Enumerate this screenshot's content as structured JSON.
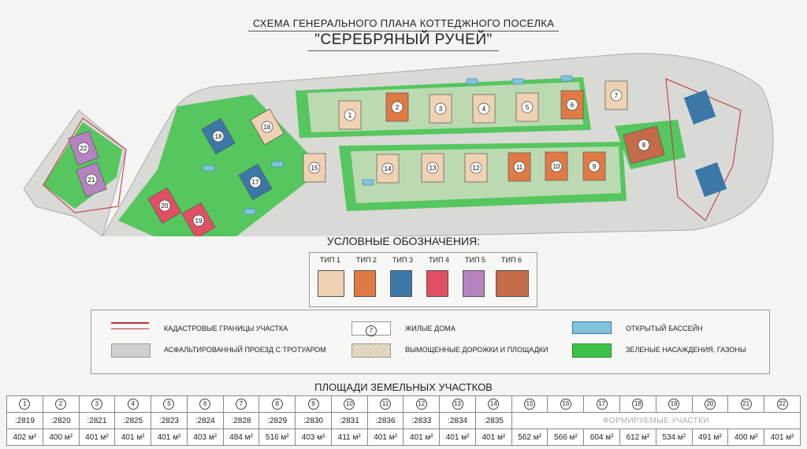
{
  "title_line1": "СХЕМА ГЕНЕРАЛЬНОГО ПЛАНА КОТТЕДЖНОГО ПОСЕЛКА",
  "title_line2": "\"СЕРЕБРЯНЫЙ РУЧЕЙ\"",
  "legend": {
    "title": "УСЛОВНЫЕ ОБОЗНАЧЕНИЯ:",
    "types": [
      {
        "label": "ТИП 1",
        "color": "#efd2b3"
      },
      {
        "label": "ТИП 2",
        "color": "#e07a45"
      },
      {
        "label": "ТИП 3",
        "color": "#3b78a8"
      },
      {
        "label": "ТИП 4",
        "color": "#e04f63"
      },
      {
        "label": "ТИП 5",
        "color": "#b583bf"
      },
      {
        "label": "ТИП 6",
        "color": "#c46b4a"
      }
    ],
    "items": {
      "cadastral": "КАДАСТРОВЫЕ ГРАНИЦЫ УЧАСТКА",
      "road": "АСФАЛЬТИРОВАННЫЙ ПРОЕЗД С ТРОТУАРОМ",
      "houses": "ЖИЛЫЕ ДОМА",
      "house_sample": "7",
      "paths": "ВЫМОЩЕННЫЕ ДОРОЖКИ И ПЛОЩАДКИ",
      "pool": "ОТКРЫТЫЙ БАССЕЙН",
      "green": "ЗЕЛЕНЫЕ НАСАЖДЕНИЯ, ГАЗОНЫ"
    }
  },
  "areas": {
    "title": "ПЛОЩАДИ ЗЕМЕЛЬНЫХ УЧАСТКОВ",
    "forming_label": "ФОРМИРУЕМЫЕ УЧАСТКИ",
    "plots": [
      {
        "num": "1",
        "cad": ":2819",
        "area": "402 м²"
      },
      {
        "num": "2",
        "cad": ":2820",
        "area": "400 м²"
      },
      {
        "num": "3",
        "cad": ":2821",
        "area": "401 м²"
      },
      {
        "num": "4",
        "cad": ":2825",
        "area": "401 м²"
      },
      {
        "num": "5",
        "cad": ":2823",
        "area": "401 м²"
      },
      {
        "num": "6",
        "cad": ":2824",
        "area": "403 м²"
      },
      {
        "num": "7",
        "cad": ":2828",
        "area": "484 м²"
      },
      {
        "num": "8",
        "cad": ":2829",
        "area": "516 м²"
      },
      {
        "num": "9",
        "cad": ":2830",
        "area": "403 м²"
      },
      {
        "num": "10",
        "cad": ":2831",
        "area": "411 м²"
      },
      {
        "num": "11",
        "cad": ":2836",
        "area": "401 м²"
      },
      {
        "num": "12",
        "cad": ":2833",
        "area": "401 м²"
      },
      {
        "num": "13",
        "cad": ":2834",
        "area": "401 м²"
      },
      {
        "num": "14",
        "cad": ":2835",
        "area": "401 м²"
      },
      {
        "num": "15",
        "cad": "",
        "area": "562 м²"
      },
      {
        "num": "16",
        "cad": "",
        "area": "566 м²"
      },
      {
        "num": "17",
        "cad": "",
        "area": "604 м²"
      },
      {
        "num": "18",
        "cad": "",
        "area": "612 м²"
      },
      {
        "num": "19",
        "cad": "",
        "area": "534 м²"
      },
      {
        "num": "20",
        "cad": "",
        "area": "491 м²"
      },
      {
        "num": "21",
        "cad": "",
        "area": "400 м²"
      },
      {
        "num": "22",
        "cad": "",
        "area": "401 м²"
      }
    ]
  },
  "houses": [
    {
      "num": "1",
      "type": 1
    },
    {
      "num": "2",
      "type": 2
    },
    {
      "num": "3",
      "type": 1
    },
    {
      "num": "4",
      "type": 1
    },
    {
      "num": "5",
      "type": 1
    },
    {
      "num": "6",
      "type": 2
    },
    {
      "num": "7",
      "type": 1
    },
    {
      "num": "8",
      "type": 6
    },
    {
      "num": "9",
      "type": 2
    },
    {
      "num": "10",
      "type": 2
    },
    {
      "num": "11",
      "type": 2
    },
    {
      "num": "12",
      "type": 1
    },
    {
      "num": "13",
      "type": 1
    },
    {
      "num": "14",
      "type": 1
    },
    {
      "num": "15",
      "type": 1
    },
    {
      "num": "16",
      "type": 1
    },
    {
      "num": "17",
      "type": 3
    },
    {
      "num": "18",
      "type": 3
    },
    {
      "num": "19",
      "type": 4
    },
    {
      "num": "20",
      "type": 4
    },
    {
      "num": "21",
      "type": 5
    },
    {
      "num": "22",
      "type": 5
    }
  ]
}
